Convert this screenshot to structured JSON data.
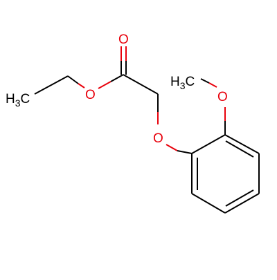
{
  "molecule": {
    "colors": {
      "bond": "#000000",
      "carbon": "#000000",
      "oxygen": "#e8000b",
      "background": "#ffffff"
    },
    "labels": {
      "ethyl_methyl": {
        "main": "H",
        "sub": "3",
        "tail": "C"
      },
      "ester_ether_o": "O",
      "carbonyl_o": "O",
      "aryl_ether_o": "O",
      "methoxy_o": "O",
      "methoxy_methyl": {
        "main": "H",
        "sub": "3",
        "tail": "C"
      }
    }
  }
}
